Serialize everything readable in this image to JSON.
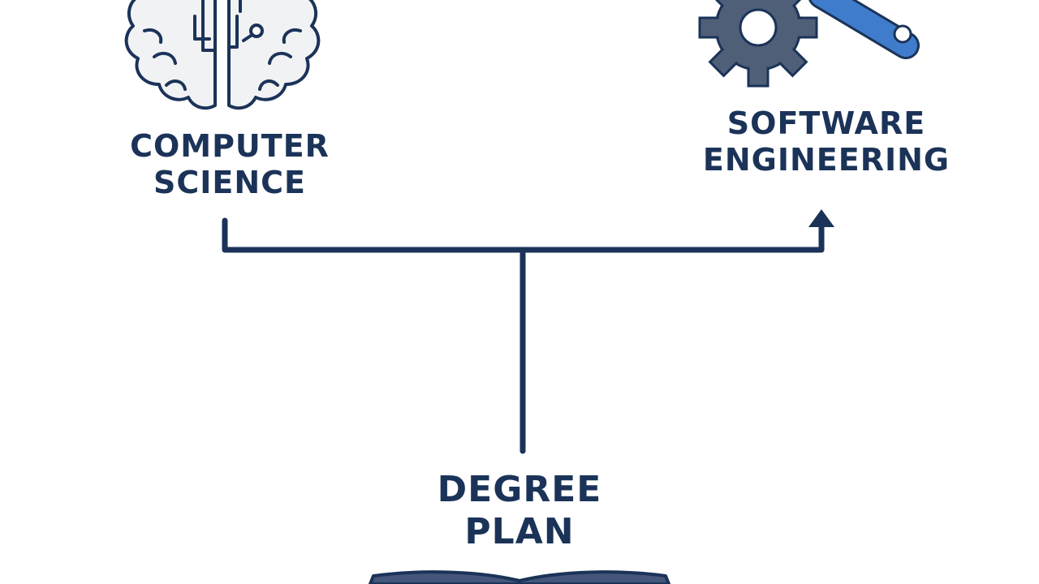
{
  "nodes": {
    "computer_science": {
      "line1": "COMPUTER",
      "line2": "SCIENCE",
      "icon": "brain-icon"
    },
    "software_engineering": {
      "line1": "SOFTWARE",
      "line2": "ENGINEERING",
      "icon": "gear-wrench-icon"
    },
    "degree_plan": {
      "line1": "DEGREE",
      "line2": "PLAN",
      "icon": "open-book-icon"
    }
  },
  "colors": {
    "text": "#1b3358",
    "line": "#1b3358",
    "gear": "#505f78",
    "wrench": "#3f7ccc",
    "brain_fill": "#f1f2f4",
    "book": "#44567a"
  }
}
